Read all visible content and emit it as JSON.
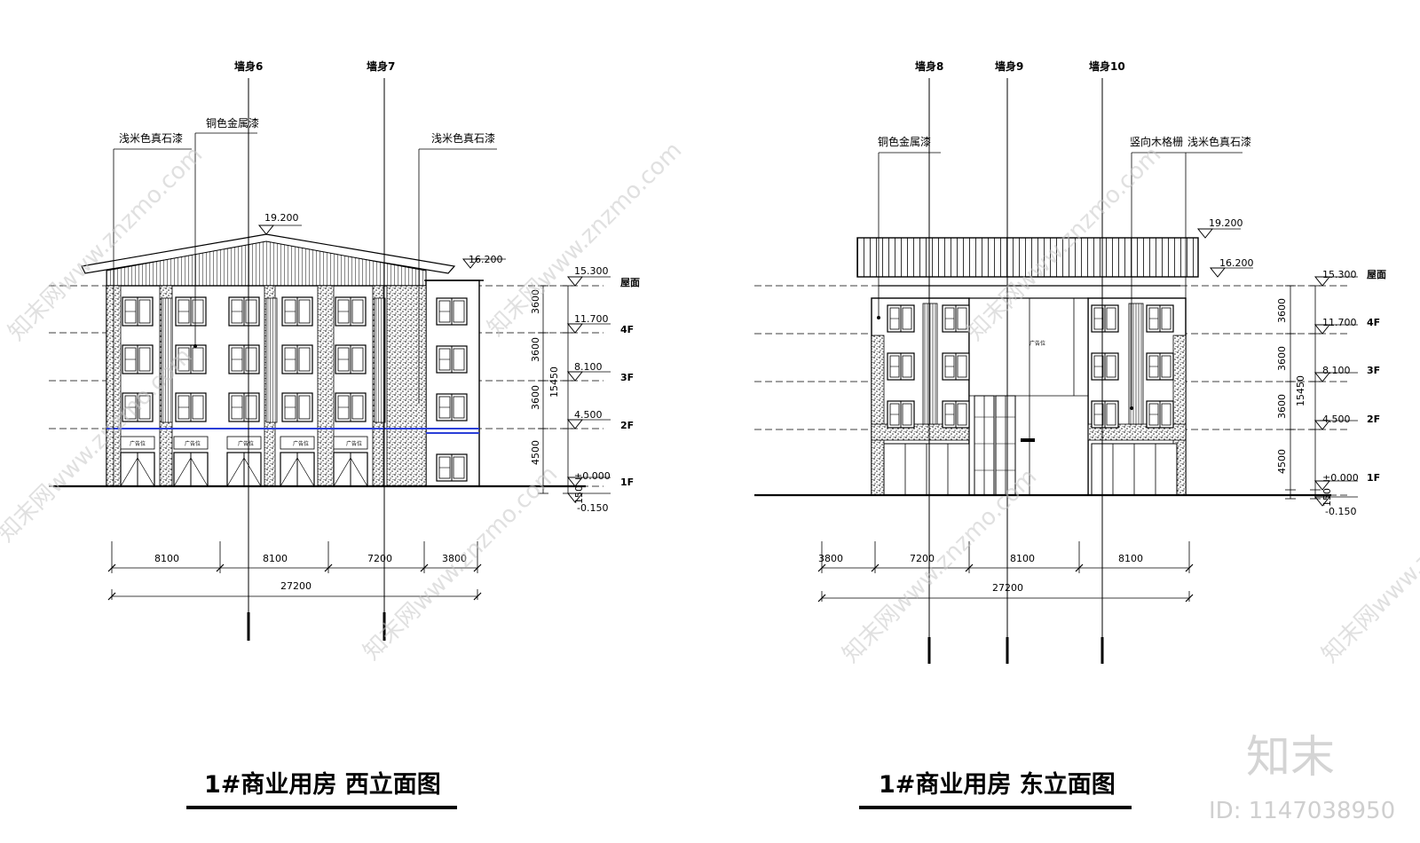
{
  "west": {
    "title": "1#商业用房  西立面图",
    "wall_tags": [
      "墙身6",
      "墙身7"
    ],
    "notes": {
      "left_stone": "浅米色真石漆",
      "metal": "铜色金属漆",
      "right_stone": "浅米色真石漆"
    },
    "ad_label": "广告位",
    "levels": {
      "ridge": "19.200",
      "eave": "16.200",
      "roof": "15.300",
      "l4": "11.700",
      "l3": "8.100",
      "l2": "4.500",
      "l1": "±0.000",
      "ground": "-0.150"
    },
    "floor_tags": {
      "roof": "屋面",
      "l4": "4F",
      "l3": "3F",
      "l2": "2F",
      "l1": "1F"
    },
    "vertical_dims": {
      "d4": "3600",
      "d3": "3600",
      "d2": "3600",
      "d1": "4500",
      "total": "15450",
      "small": "150"
    },
    "horizontal_dims": [
      "8100",
      "8100",
      "7200",
      "3800"
    ],
    "total_width": "27200"
  },
  "east": {
    "title": "1#商业用房  东立面图",
    "wall_tags": [
      "墙身8",
      "墙身9",
      "墙身10"
    ],
    "notes": {
      "metal": "铜色金属漆",
      "wood": "竖向木格栅",
      "stone": "浅米色真石漆"
    },
    "ad_label": "广告位",
    "levels": {
      "ridge": "19.200",
      "eave": "16.200",
      "roof": "15.300",
      "l4": "11.700",
      "l3": "8.100",
      "l2": "4.500",
      "l1": "±0.000",
      "ground": "-0.150"
    },
    "floor_tags": {
      "roof": "屋面",
      "l4": "4F",
      "l3": "3F",
      "l2": "2F",
      "l1": "1F"
    },
    "vertical_dims": {
      "d4": "3600",
      "d3": "3600",
      "d2": "3600",
      "d1": "4500",
      "total": "15450",
      "small": "150"
    },
    "horizontal_dims": [
      "3800",
      "7200",
      "8100",
      "8100"
    ],
    "total_width": "27200"
  },
  "watermark": "知末网www.znzmo.com",
  "brand": "知末",
  "id_text": "ID: 1147038950",
  "colors": {
    "line": "#000000",
    "stone": "#555555",
    "glass_band": "#2b3fd8",
    "watermark": "#c8c8c8"
  }
}
